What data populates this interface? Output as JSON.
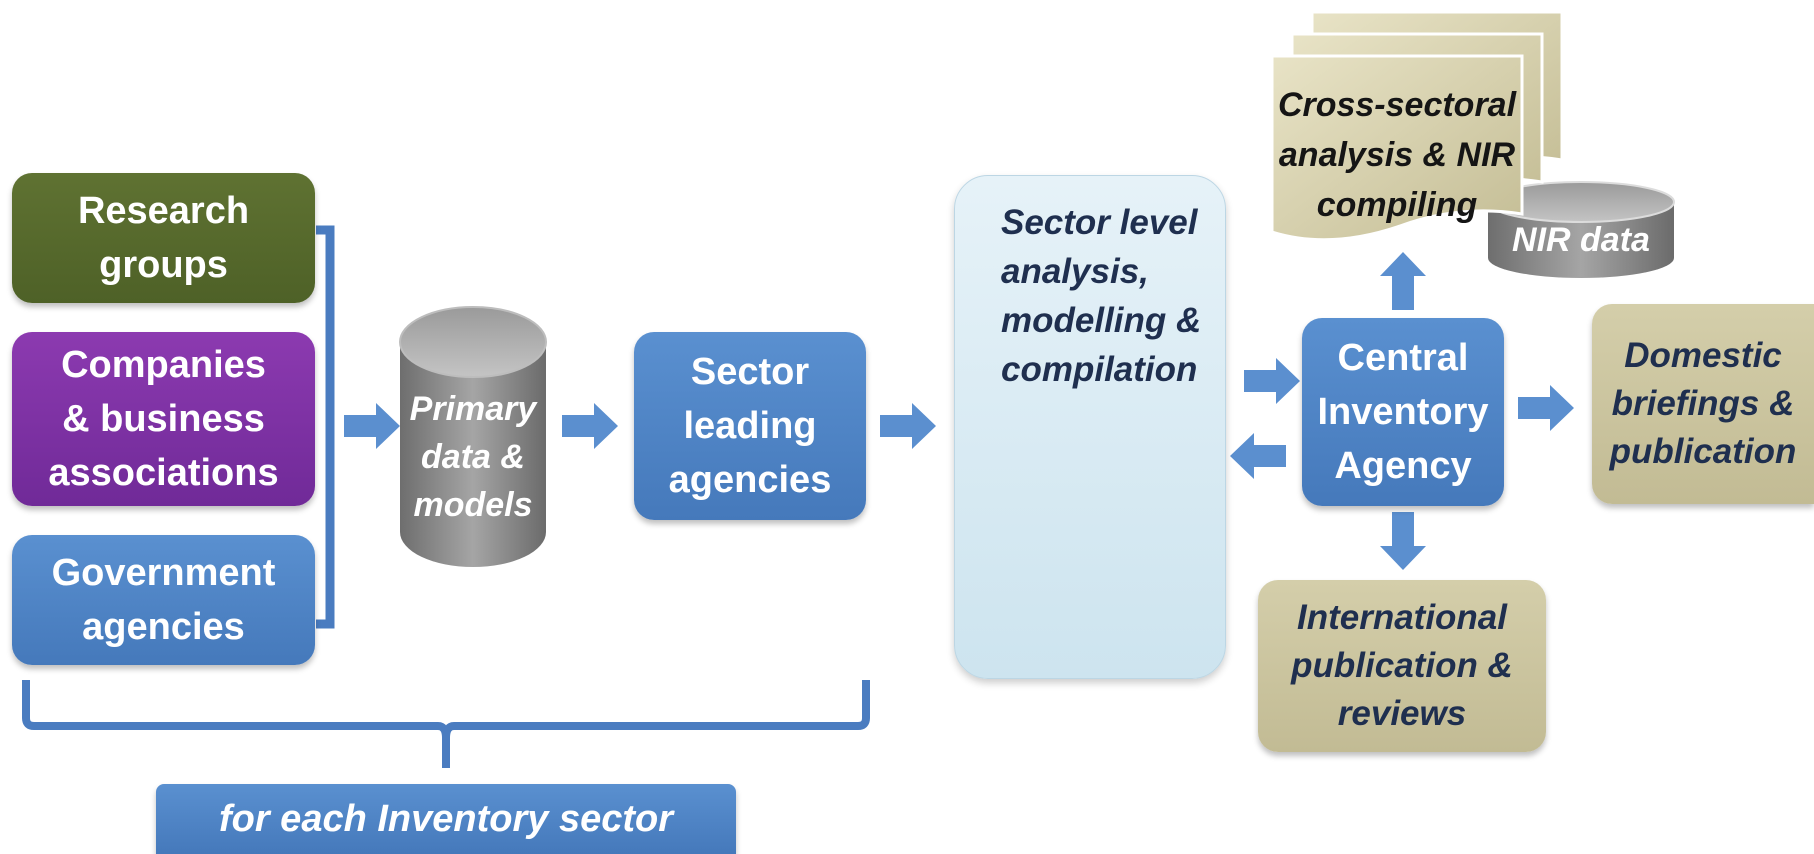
{
  "sources": {
    "research": "Research\ngroups",
    "companies": "Companies\n& business\nassociations",
    "government": "Government\nagencies"
  },
  "primary_data": "Primary\ndata &\nmodels",
  "sector_agencies": "Sector\nleading\nagencies",
  "sector_analysis": "Sector level\nanalysis,\nmodelling &\ncompilation",
  "cross_sectoral": "Cross-sectoral\nanalysis & NIR\ncompiling",
  "nir_data": "NIR data",
  "central_agency": "Central\nInventory\nAgency",
  "domestic": "Domestic\nbriefings &\npublication",
  "international": "International\npublication &\nreviews",
  "sector_note": "for each Inventory sector",
  "colors": {
    "green": "#556b2f",
    "purple": "#7b2fa3",
    "blue": "#4f86c6",
    "tan": "#cbc49f",
    "grey": "#8a8a8a",
    "text_dark": "#1f2f4f"
  }
}
